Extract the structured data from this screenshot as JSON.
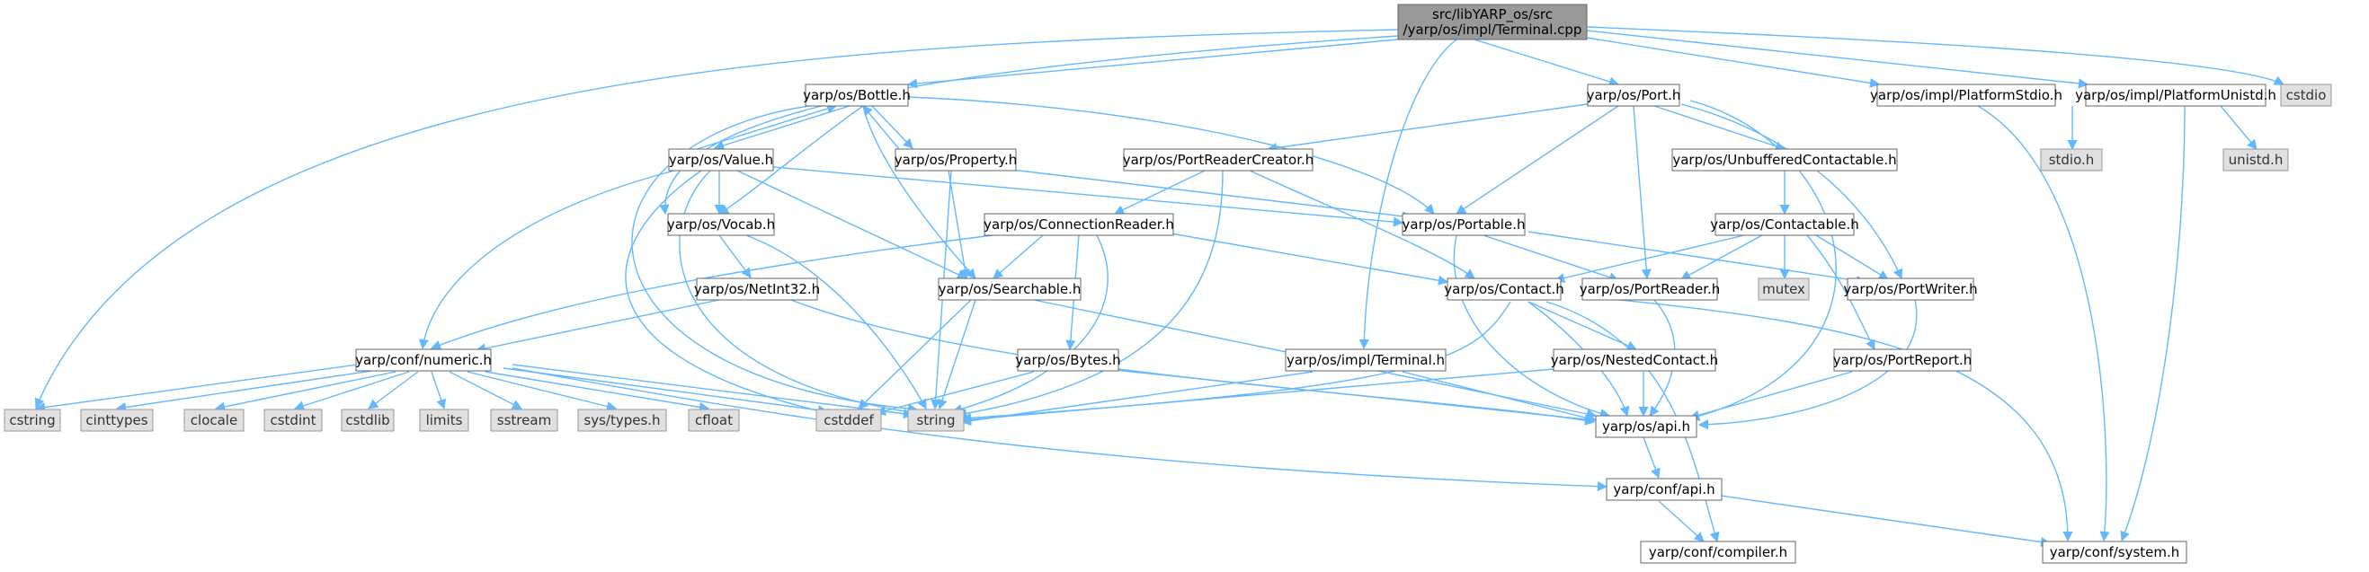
{
  "nodes": {
    "terminal_cpp": [
      "src/libYARP_os/src",
      "/yarp/os/impl/Terminal.cpp"
    ],
    "bottle_h": "yarp/os/Bottle.h",
    "value_h": "yarp/os/Value.h",
    "property_h": "yarp/os/Property.h",
    "vocab_h": "yarp/os/Vocab.h",
    "netint32_h": "yarp/os/NetInt32.h",
    "searchable_h": "yarp/os/Searchable.h",
    "connectionreader_h": "yarp/os/ConnectionReader.h",
    "bytes_h": "yarp/os/Bytes.h",
    "portreadercreator_h": "yarp/os/PortReaderCreator.h",
    "port_h": "yarp/os/Port.h",
    "portable_h": "yarp/os/Portable.h",
    "portreader_h": "yarp/os/PortReader.h",
    "contact_h": "yarp/os/Contact.h",
    "nestedcontact_h": "yarp/os/NestedContact.h",
    "unbufferedcontactable_h": "yarp/os/UnbufferedContactable.h",
    "contactable_h": "yarp/os/Contactable.h",
    "mutex": "mutex",
    "portwriter_h": "yarp/os/PortWriter.h",
    "portreport_h": "yarp/os/PortReport.h",
    "os_api_h": "yarp/os/api.h",
    "conf_api_h": "yarp/conf/api.h",
    "compiler_h": "yarp/conf/compiler.h",
    "system_h": "yarp/conf/system.h",
    "impl_terminal_h": "yarp/os/impl/Terminal.h",
    "platformstdio_h": "yarp/os/impl/PlatformStdio.h",
    "platformunistd_h": "yarp/os/impl/PlatformUnistd.h",
    "stdio_h": "stdio.h",
    "unistd_h": "unistd.h",
    "cstdio": "cstdio",
    "numeric_h": "yarp/conf/numeric.h",
    "cstring": "cstring",
    "cinttypes": "cinttypes",
    "clocale": "clocale",
    "cstdint": "cstdint",
    "cstdlib": "cstdlib",
    "limits": "limits",
    "sstream": "sstream",
    "sys_types_h": "sys/types.h",
    "cfloat": "cfloat",
    "cstddef": "cstddef",
    "string": "string"
  },
  "colors": {
    "edge": "#63b8ff",
    "root_fill": "#999999",
    "system_fill": "#e0e0e0",
    "node_stroke": "#666666"
  }
}
